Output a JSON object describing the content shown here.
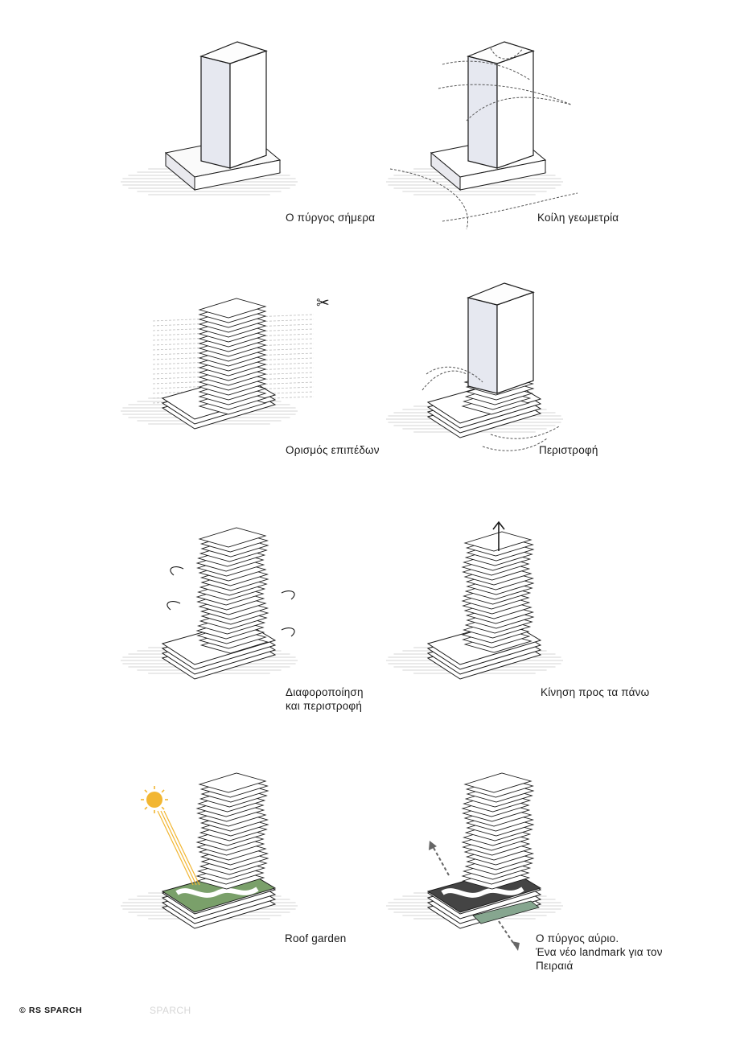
{
  "diagram": {
    "steps": [
      {
        "id": "tower-today",
        "caption": [
          "Ο πύργος σήμερα"
        ]
      },
      {
        "id": "hollow-geometry",
        "caption": [
          "Κοίλη γεωμετρία"
        ]
      },
      {
        "id": "level-definition",
        "caption": [
          "Ορισμός επιπέδων"
        ]
      },
      {
        "id": "rotation",
        "caption": [
          "Περιστροφή"
        ]
      },
      {
        "id": "differentiation-rotation",
        "caption": [
          "Διαφοροποίηση",
          "και περιστροφή"
        ]
      },
      {
        "id": "upward-movement",
        "caption": [
          "Κίνηση προς τα πάνω"
        ]
      },
      {
        "id": "roof-garden",
        "caption": [
          "Roof garden"
        ]
      },
      {
        "id": "tower-tomorrow",
        "caption": [
          "Ο πύργος αύριο.",
          "Ένα νέο landmark για τον",
          "Πειραιά"
        ]
      }
    ],
    "colors": {
      "line": "#1a1a1a",
      "shadow": "#cfcfcf",
      "dashed": "#555555",
      "garden": "#7aa06a",
      "sun": "#f2b632",
      "arrow-gray": "#666666"
    }
  },
  "footer": {
    "credit": "© RS SPARCH",
    "watermark": "SPARCH"
  }
}
